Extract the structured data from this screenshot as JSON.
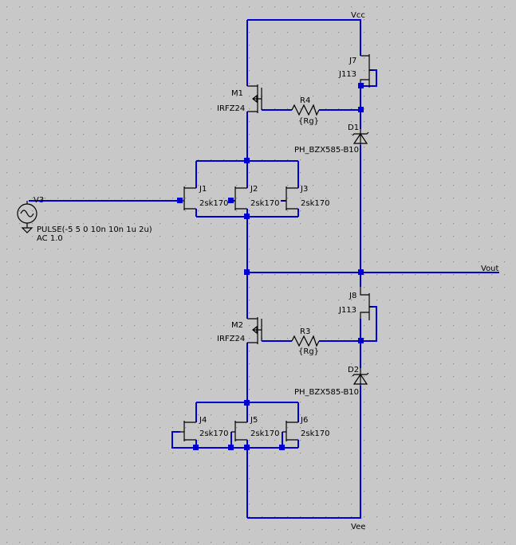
{
  "nets": {
    "vcc": "Vcc",
    "vee": "Vee",
    "vout": "Vout"
  },
  "source": {
    "name": "V3",
    "value": "PULSE(-5 5 0 10n 10n 1u 2u)",
    "ac": "AC 1.0"
  },
  "mosfets": [
    {
      "name": "M1",
      "model": "IRFZ24"
    },
    {
      "name": "M2",
      "model": "IRFZ24"
    }
  ],
  "resistors": [
    {
      "name": "R4",
      "value": "{Rg}"
    },
    {
      "name": "R3",
      "value": "{Rg}"
    }
  ],
  "diodes": [
    {
      "name": "D1",
      "model": "PH_BZX585-B10"
    },
    {
      "name": "D2",
      "model": "PH_BZX585-B10"
    }
  ],
  "jfets_top": [
    {
      "name": "J1",
      "model": "2sk170"
    },
    {
      "name": "J2",
      "model": "2sk170"
    },
    {
      "name": "J3",
      "model": "2sk170"
    }
  ],
  "jfets_bottom": [
    {
      "name": "J4",
      "model": "2sk170"
    },
    {
      "name": "J5",
      "model": "2sk170"
    },
    {
      "name": "J6",
      "model": "2sk170"
    }
  ],
  "current_sources": [
    {
      "name": "J7",
      "model": "J113"
    },
    {
      "name": "J8",
      "model": "J113"
    }
  ],
  "colors": {
    "background": "#c8c8c8",
    "wire": "#0000d0",
    "component": "#000000",
    "grid_dot": "#8a8a8a"
  }
}
